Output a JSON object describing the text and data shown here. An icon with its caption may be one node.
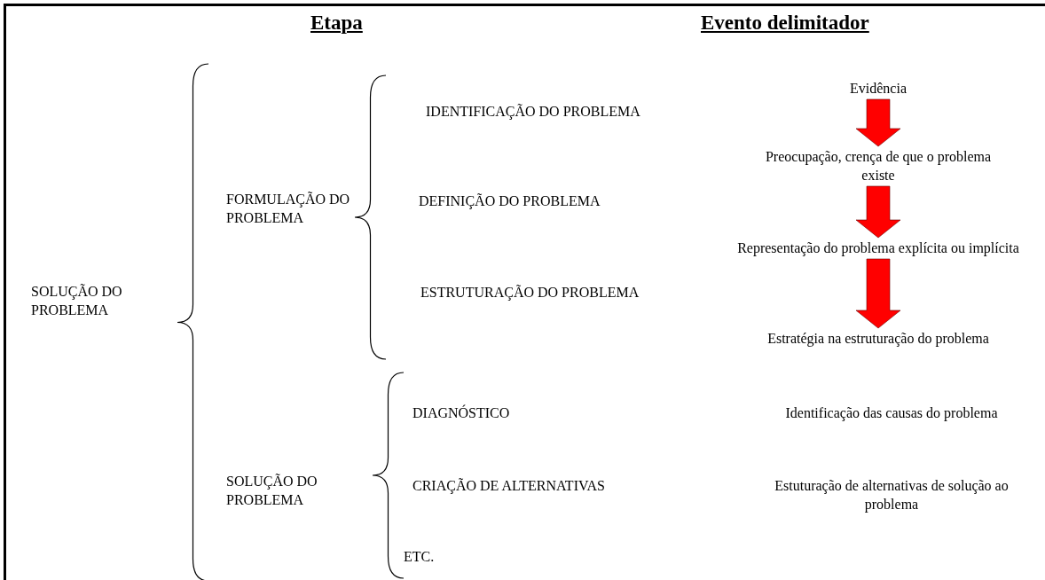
{
  "diagram": {
    "nodes": [
      {
        "text": [
          "Evidência"
        ]
      },
      {
        "text": [
          "Preocupação, crença de que o problema existe"
        ]
      },
      {
        "text": [
          "Representação do problema explícita ou implícita"
        ]
      },
      {
        "text": [
          "Estratégia na estruturação do problema"
        ]
      }
    ],
    "edges": [
      {
        "from": 0,
        "to": 1,
        "arrow": "to",
        "style": "thick",
        "color": "#ff0000"
      },
      {
        "from": 1,
        "to": 2,
        "arrow": "to",
        "style": "thick",
        "color": "#ff0000"
      },
      {
        "from": 2,
        "to": 3,
        "arrow": "to",
        "style": "thick",
        "color": "#ff0000"
      }
    ],
    "labels": [
      "Etapa",
      "Evento delimitador",
      "SOLUÇÃO DO PROBLEMA",
      "FORMULAÇÃO DO PROBLEMA",
      "IDENTIFICAÇÃO DO PROBLEMA",
      "DEFINIÇÃO DO PROBLEMA",
      "ESTRUTURAÇÃO DO PROBLEMA",
      "SOLUÇÃO DO PROBLEMA",
      "DIAGNÓSTICO",
      "Identificação das causas do problema",
      "CRIAÇÃO DE ALTERNATIVAS",
      "Estuturação de alternativas de solução ao problema",
      "ETC."
    ]
  }
}
